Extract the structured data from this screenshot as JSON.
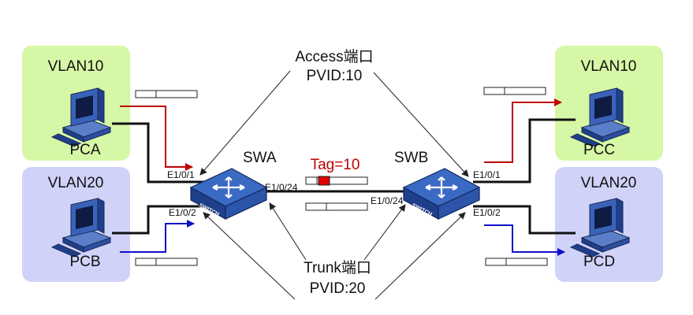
{
  "colors": {
    "vlan10_fill": "#d6f7a6",
    "vlan20_fill": "#d0d2f8",
    "tag_color": "#c00000",
    "vlan10_arrow": "#c00000",
    "vlan20_arrow": "#1010c8",
    "switch_top": "#2f5fb8",
    "switch_side": "#1f3f8a"
  },
  "groups": [
    {
      "id": "vlan10-left",
      "vlan": "VLAN10",
      "pc": "PCA"
    },
    {
      "id": "vlan20-left",
      "vlan": "VLAN20",
      "pc": "PCB"
    },
    {
      "id": "vlan10-right",
      "vlan": "VLAN10",
      "pc": "PCC"
    },
    {
      "id": "vlan20-right",
      "vlan": "VLAN20",
      "pc": "PCD"
    }
  ],
  "switches": {
    "swa": {
      "name": "SWA",
      "badge": "SWITCH"
    },
    "swb": {
      "name": "SWB",
      "badge": "SWITCH"
    }
  },
  "ports": {
    "swa_e1": "E1/0/1",
    "swa_e2": "E1/0/2",
    "swa_e24": "E1/0/24",
    "swb_e24": "E1/0/24",
    "swb_e1": "E1/0/1",
    "swb_e2": "E1/0/2"
  },
  "annotations": {
    "access_line1": "Access端口",
    "access_line2": "PVID:10",
    "trunk_line1": "Trunk端口",
    "trunk_line2": "PVID:20",
    "tag": "Tag=10"
  }
}
